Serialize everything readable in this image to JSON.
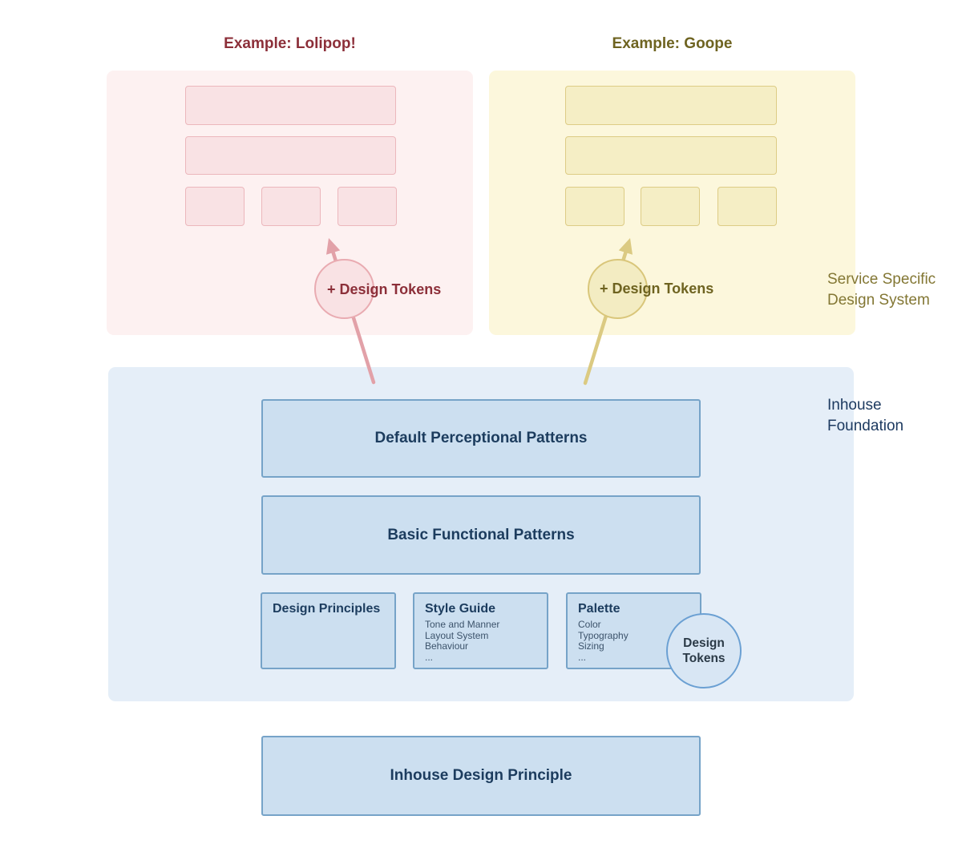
{
  "examples": {
    "lolipop": {
      "title": "Example: Lolipop!",
      "tokens_label": "+ Design Tokens",
      "accent_color": "#8c2f39",
      "container_bg": "#fdf1f1",
      "box_bg": "#f9e2e4",
      "box_border": "#ecb7bc",
      "arrow_color": "#e2a1a8"
    },
    "goope": {
      "title": "Example: Goope",
      "tokens_label": "+ Design Tokens",
      "accent_color": "#6e6320",
      "container_bg": "#fcf7dc",
      "box_bg": "#f5eec5",
      "box_border": "#ddcc85",
      "arrow_color": "#dbca82"
    }
  },
  "side_labels": {
    "service_specific": {
      "line1": "Service Specific",
      "line2": "Design System",
      "color": "#837734"
    },
    "inhouse_foundation": {
      "line1": "Inhouse",
      "line2": "Foundation",
      "color": "#1d3a60"
    }
  },
  "foundation": {
    "container_bg": "#e5eef8",
    "box_bg": "#ccdff0",
    "box_border": "#76a3c8",
    "text_color": "#1c3c5e",
    "pattern_boxes": [
      {
        "title": "Default Perceptional Patterns"
      },
      {
        "title": "Basic Functional Patterns"
      }
    ],
    "detail_boxes": [
      {
        "title": "Design Principles",
        "items": []
      },
      {
        "title": "Style Guide",
        "items": [
          "Tone and Manner",
          "Layout System",
          "Behaviour",
          "..."
        ]
      },
      {
        "title": "Palette",
        "items": [
          "Color",
          "Typography",
          "Sizing",
          "..."
        ]
      }
    ],
    "tokens_circle": {
      "line1": "Design",
      "line2": "Tokens"
    }
  },
  "bottom_box": {
    "title": "Inhouse Design Principle"
  }
}
